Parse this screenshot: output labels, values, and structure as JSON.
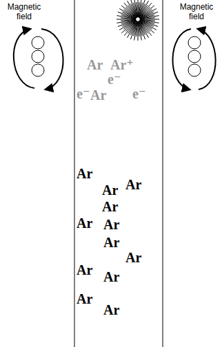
{
  "diagram": {
    "labels": [
      "Magnetic field",
      "Magnetic field",
      "Ar",
      "Ar⁺",
      "e⁻",
      "e⁻",
      "Ar",
      "e⁻",
      "Ar",
      "Ar",
      "Ar",
      "Ar",
      "Ar",
      "Ar",
      "Ar",
      "Ar",
      "Ar",
      "Ar",
      "Ar",
      "Ar"
    ]
  }
}
